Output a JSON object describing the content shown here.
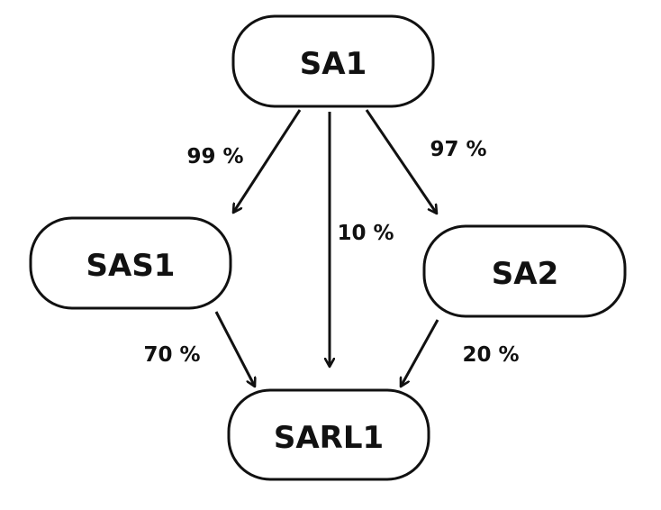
{
  "nodes": {
    "sa1": "SA1",
    "sas1": "SAS1",
    "sa2": "SA2",
    "sarl1": "SARL1"
  },
  "edges": {
    "sa1_to_sas1": "99 %",
    "sa1_to_sa2": "97 %",
    "sa1_to_sarl1": "10 %",
    "sas1_to_sarl1": "70 %",
    "sa2_to_sarl1": "20 %"
  },
  "colors": {
    "stroke": "#111111",
    "background": "#ffffff"
  }
}
